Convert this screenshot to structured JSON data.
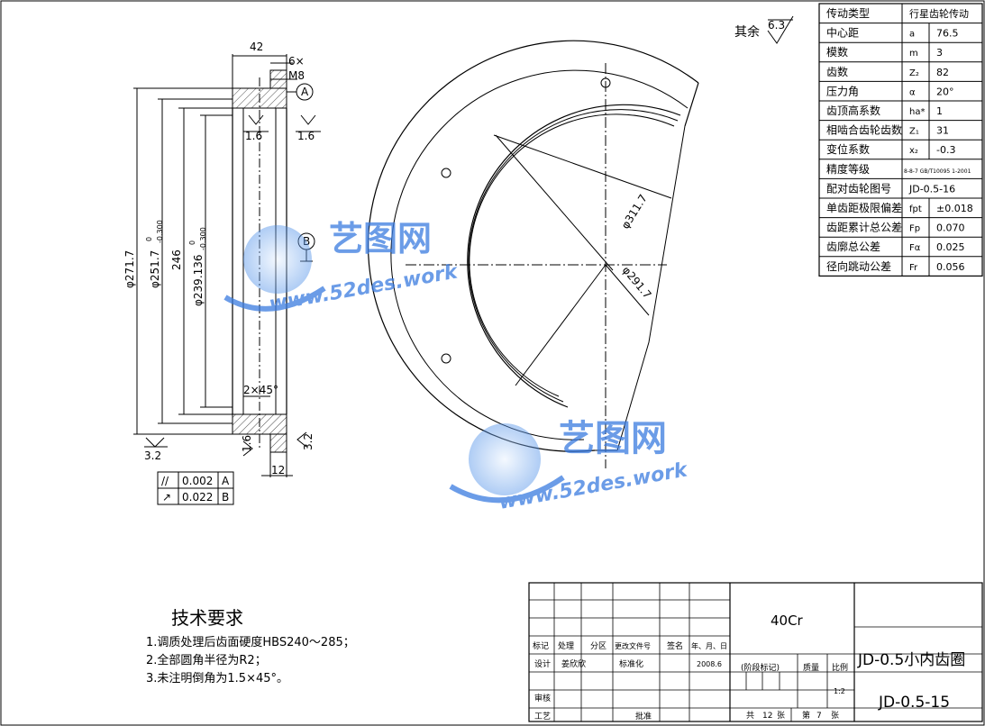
{
  "surface_finish": {
    "other_label": "其余",
    "other_value": "6.3"
  },
  "section_view": {
    "width_42": "42",
    "holes": "6×",
    "thread": "M8",
    "datum_a": "A",
    "datum_b": "B",
    "rough_1": "1.6",
    "rough_2": "1.6",
    "rough_3": "3.2",
    "rough_4": "1.6",
    "rough_5": "3.2",
    "dia_outer": "φ271.7",
    "dia_mid": "φ251.7",
    "dia_mid_tol_up": "0",
    "dia_mid_tol_low": "-0.300",
    "dim_246": "246",
    "dia_inner": "φ239.136",
    "dia_inner_tol_up": "0",
    "dia_inner_tol_low": "-0.300",
    "chamfer": "2×45°",
    "width_12": "12"
  },
  "tolerance_frame": [
    {
      "symbol": "//",
      "value": "0.002",
      "datum": "A"
    },
    {
      "symbol": "↗",
      "value": "0.022",
      "datum": "B"
    }
  ],
  "front_view": {
    "dia_311": "φ311.7",
    "dia_291": "φ291.7"
  },
  "gear_params": [
    {
      "name": "传动类型",
      "symbol": "",
      "value": "行星齿轮传动"
    },
    {
      "name": "中心距",
      "symbol": "a",
      "value": "76.5"
    },
    {
      "name": "模数",
      "symbol": "m",
      "value": "3"
    },
    {
      "name": "齿数",
      "symbol": "Z₂",
      "value": "82"
    },
    {
      "name": "压力角",
      "symbol": "α",
      "value": "20°"
    },
    {
      "name": "齿顶高系数",
      "symbol": "ha*",
      "value": "1"
    },
    {
      "name": "相啮合齿轮齿数",
      "symbol": "Z₁",
      "value": "31"
    },
    {
      "name": "变位系数",
      "symbol": "x₂",
      "value": "-0.3"
    },
    {
      "name": "精度等级",
      "symbol": "",
      "value": "8-8-7 GB/T10095 1-2001"
    },
    {
      "name": "配对齿轮图号",
      "symbol": "",
      "value": "JD-0.5-16"
    },
    {
      "name": "单齿距极限偏差",
      "symbol": "fpt",
      "value": "±0.018"
    },
    {
      "name": "齿距累计总公差",
      "symbol": "Fp",
      "value": "0.070"
    },
    {
      "name": "齿廓总公差",
      "symbol": "Fα",
      "value": "0.025"
    },
    {
      "name": "径向跳动公差",
      "symbol": "Fr",
      "value": "0.056"
    }
  ],
  "tech_req": {
    "title": "技术要求",
    "items": [
      "1.调质处理后齿面硬度HBS240～285；",
      "2.全部圆角半径为R2；",
      "3.未注明倒角为1.5×45°。"
    ]
  },
  "title_block": {
    "material": "40Cr",
    "part_name": "JD-0.5小内齿圈",
    "drawing_no": "JD-0.5-15",
    "h_mark": "标记",
    "h_count": "处理",
    "h_zone": "分区",
    "h_doc": "更改文件号",
    "h_sign": "签名",
    "h_date": "年、月、日",
    "design": "设计",
    "designer": "姜欣欣",
    "standard": "标准化",
    "date": "2008.6",
    "stage": "(阶段标记)",
    "mass": "质量",
    "scale": "比例",
    "scale_value": "1:2",
    "review": "审核",
    "process": "工艺",
    "approve": "批准",
    "total_label": "共",
    "total_value": "12",
    "sheets": "张",
    "sheet_label": "第",
    "sheet_value": "7",
    "sheet_unit": "张"
  },
  "watermark": {
    "brand": "艺图网",
    "url": "www.52des.work"
  }
}
